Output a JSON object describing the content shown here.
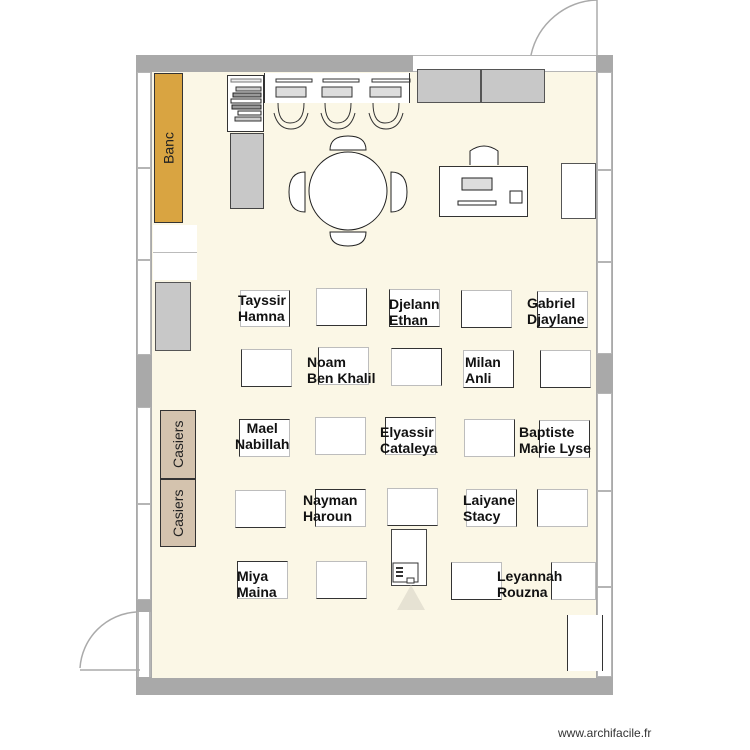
{
  "plan": {
    "colors": {
      "wall": "#a9a9a9",
      "floor": "#fbf7e6",
      "bench": "#d9a441",
      "lockers": "#d4c3ae",
      "cabinet": "#c8c8c8"
    },
    "furniture_labels": {
      "bench": "Banc",
      "lockers_top": "Casiers",
      "lockers_bottom": "Casiers"
    },
    "student_desks": [
      {
        "line1": "Tayssir",
        "line2": "Hamna"
      },
      {
        "line1": "Djelann",
        "line2": "Ethan"
      },
      {
        "line1": "Gabriel",
        "line2": "Djaylane"
      },
      {
        "line1": "Noam",
        "line2": "Ben Khalil"
      },
      {
        "line1": "Milan",
        "line2": "Anli"
      },
      {
        "line1": "Mael",
        "line2": "Nabillah"
      },
      {
        "line1": "Elyassir",
        "line2": "Cataleya"
      },
      {
        "line1": "Baptiste",
        "line2": "Marie Lyse"
      },
      {
        "line1": "Nayman",
        "line2": "Haroun"
      },
      {
        "line1": "Laiyane",
        "line2": "Stacy"
      },
      {
        "line1": "Miya",
        "line2": "Maina"
      },
      {
        "line1": "Leyannah",
        "line2": "Rouzna"
      }
    ]
  },
  "footer": {
    "watermark": "www.archifacile.fr"
  }
}
